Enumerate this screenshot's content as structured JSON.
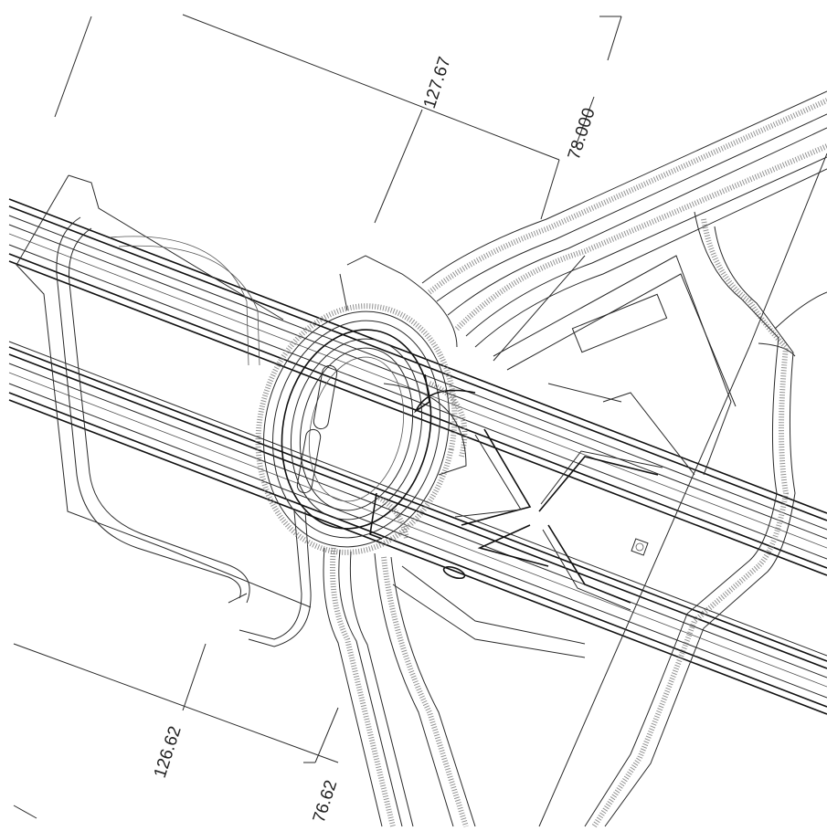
{
  "drawing": {
    "background": "#ffffff",
    "line_color": "#2a2a2a",
    "dimensions": [
      {
        "id": "top-long",
        "label": "127.67"
      },
      {
        "id": "top-short",
        "label": "78.000"
      },
      {
        "id": "bottom-long",
        "label": "126.62"
      },
      {
        "id": "bottom-short",
        "label": "76.62"
      }
    ]
  }
}
